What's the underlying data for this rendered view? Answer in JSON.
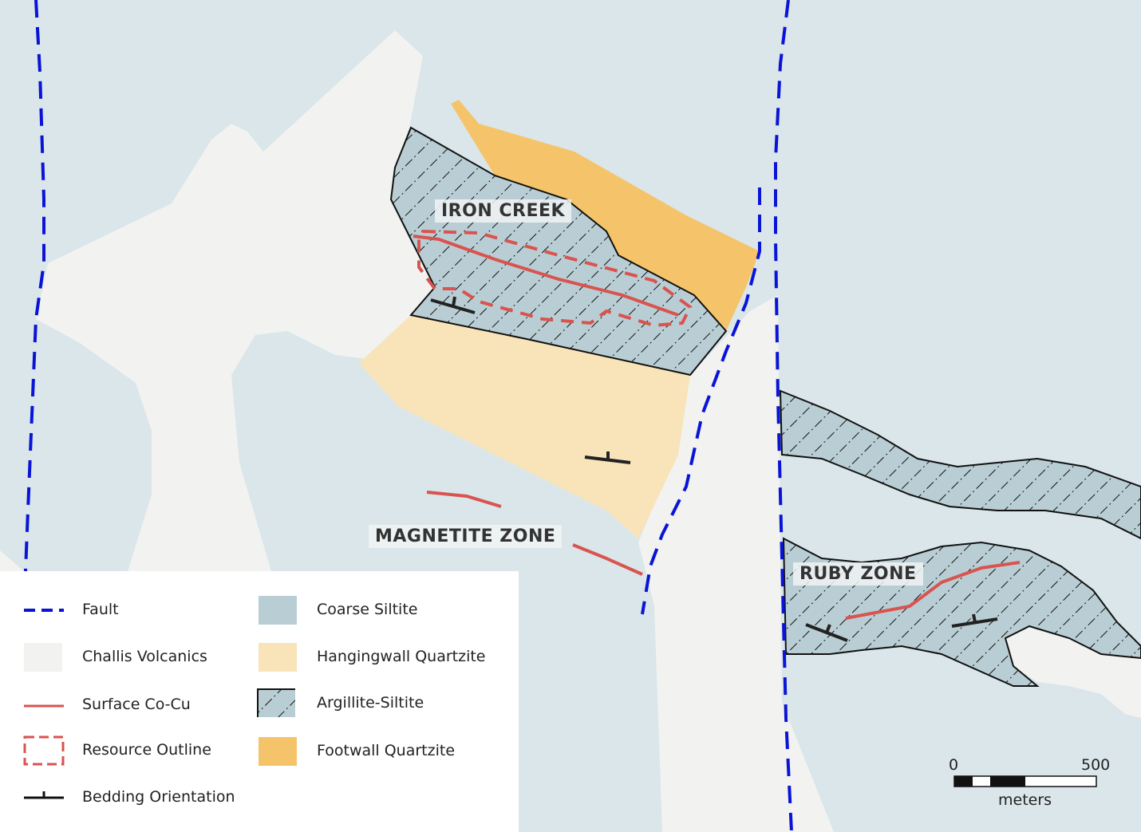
{
  "labels": {
    "iron_creek": "IRON CREEK",
    "magnetite_zone": "MAGNETITE ZONE",
    "ruby_zone": "RUBY ZONE"
  },
  "legend": {
    "fault": "Fault",
    "challis_volcanics": "Challis Volcanics",
    "surface_co_cu": "Surface Co-Cu",
    "resource_outline": "Resource Outline",
    "bedding_orientation": "Bedding Orientation",
    "coarse_siltite": "Coarse Siltite",
    "hangingwall_quartzite": "Hangingwall Quartzite",
    "argillite_siltite": "Argillite-Siltite",
    "footwall_quartzite": "Footwall Quartzite"
  },
  "scale_bar": {
    "min": "0",
    "max": "500",
    "unit": "meters"
  },
  "colors": {
    "coarse_siltite": "#b9ced4",
    "background": "#dae6ea",
    "volcanics": "#f2f2f1",
    "hangingwall": "#f9e3b8",
    "footwall": "#f5c46a",
    "fault": "#0a14d6",
    "co_cu": "#d9534f"
  }
}
